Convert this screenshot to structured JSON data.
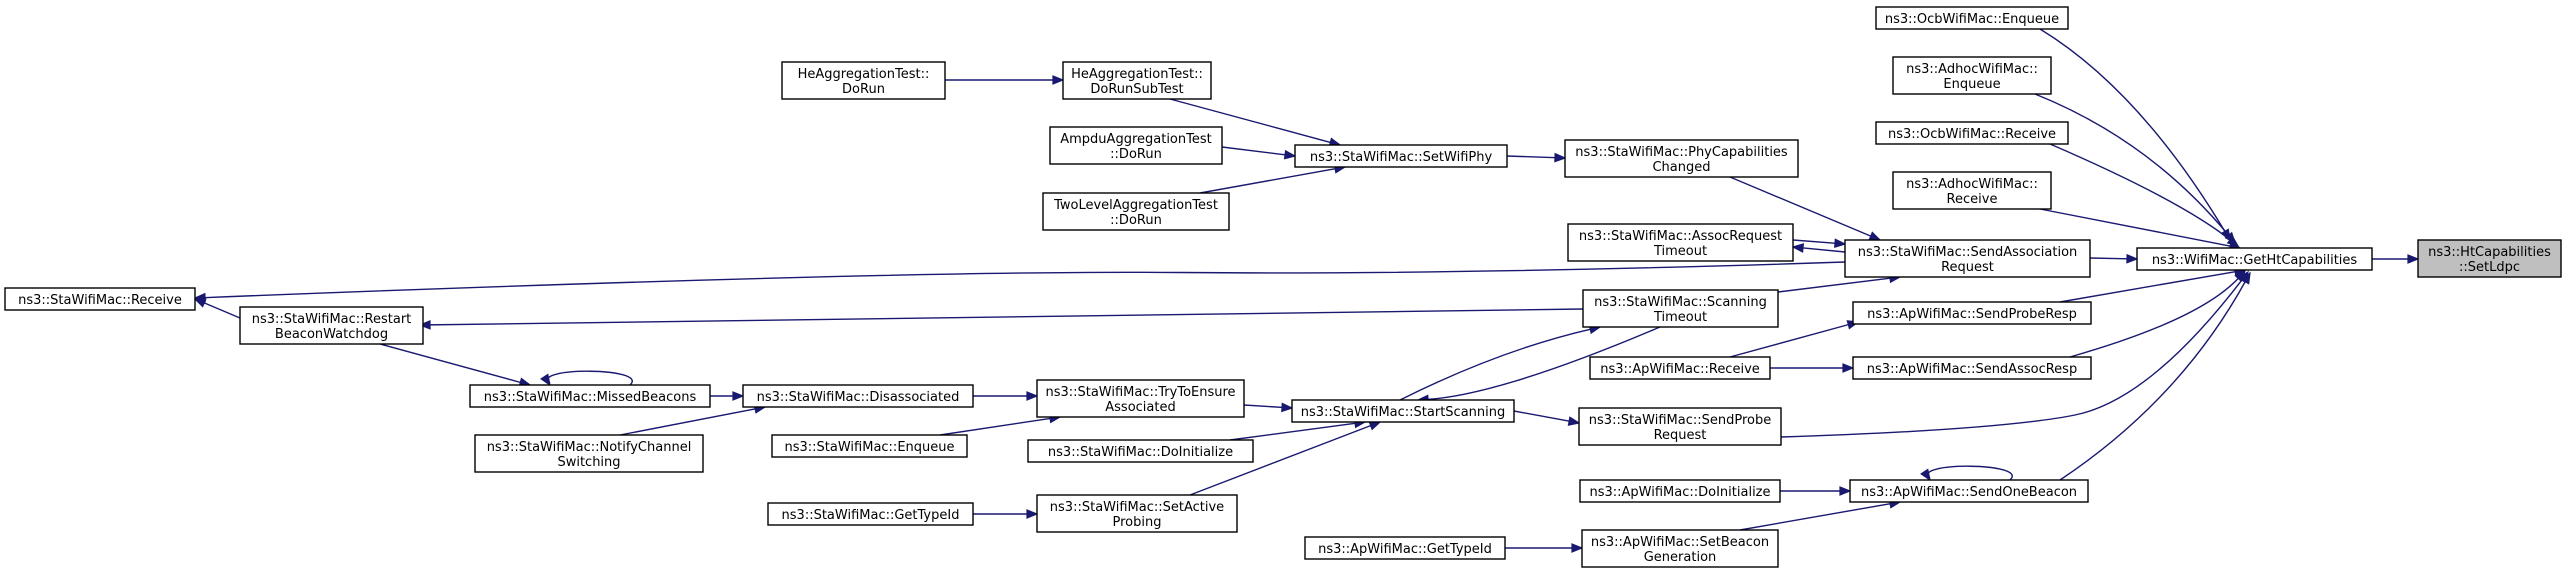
{
  "graph": {
    "edge_color": "#191970",
    "target_fill": "#bfbfbf",
    "nodes": [
      {
        "id": "target",
        "lines": [
          "ns3::HtCapabilities",
          "::SetLdpc"
        ]
      },
      {
        "id": "getht",
        "lines": [
          "ns3::WifiMac::GetHtCapabilities"
        ]
      },
      {
        "id": "ocbenq",
        "lines": [
          "ns3::OcbWifiMac::Enqueue"
        ]
      },
      {
        "id": "adhocenq",
        "lines": [
          "ns3::AdhocWifiMac::",
          "Enqueue"
        ]
      },
      {
        "id": "ocbrecv",
        "lines": [
          "ns3::OcbWifiMac::Receive"
        ]
      },
      {
        "id": "adhocrecv",
        "lines": [
          "ns3::AdhocWifiMac::",
          "Receive"
        ]
      },
      {
        "id": "sendassocreq",
        "lines": [
          "ns3::StaWifiMac::SendAssociation",
          "Request"
        ]
      },
      {
        "id": "apsendprobe",
        "lines": [
          "ns3::ApWifiMac::SendProbeResp"
        ]
      },
      {
        "id": "apsendassoc",
        "lines": [
          "ns3::ApWifiMac::SendAssocResp"
        ]
      },
      {
        "id": "sendonebeacon",
        "lines": [
          "ns3::ApWifiMac::SendOneBeacon"
        ]
      },
      {
        "id": "phycap",
        "lines": [
          "ns3::StaWifiMac::PhyCapabilities",
          "Changed"
        ]
      },
      {
        "id": "assoctimeout",
        "lines": [
          "ns3::StaWifiMac::AssocRequest",
          "Timeout"
        ]
      },
      {
        "id": "scantimeout",
        "lines": [
          "ns3::StaWifiMac::Scanning",
          "Timeout"
        ]
      },
      {
        "id": "aprecv",
        "lines": [
          "ns3::ApWifiMac::Receive"
        ]
      },
      {
        "id": "sendprobereq",
        "lines": [
          "ns3::StaWifiMac::SendProbe",
          "Request"
        ]
      },
      {
        "id": "apdoinit",
        "lines": [
          "ns3::ApWifiMac::DoInitialize"
        ]
      },
      {
        "id": "setbeacongen",
        "lines": [
          "ns3::ApWifiMac::SetBeacon",
          "Generation"
        ]
      },
      {
        "id": "setwifiphy",
        "lines": [
          "ns3::StaWifiMac::SetWifiPhy"
        ]
      },
      {
        "id": "startscan",
        "lines": [
          "ns3::StaWifiMac::StartScanning"
        ]
      },
      {
        "id": "apgettypeid",
        "lines": [
          "ns3::ApWifiMac::GetTypeId"
        ]
      },
      {
        "id": "hedorunsub",
        "lines": [
          "HeAggregationTest::",
          "DoRunSubTest"
        ]
      },
      {
        "id": "ampdu",
        "lines": [
          "AmpduAggregationTest",
          "::DoRun"
        ]
      },
      {
        "id": "twolevel",
        "lines": [
          "TwoLevelAggregationTest",
          "::DoRun"
        ]
      },
      {
        "id": "tryensure",
        "lines": [
          "ns3::StaWifiMac::TryToEnsure",
          "Associated"
        ]
      },
      {
        "id": "stadoinit",
        "lines": [
          "ns3::StaWifiMac::DoInitialize"
        ]
      },
      {
        "id": "setactive",
        "lines": [
          "ns3::StaWifiMac::SetActive",
          "Probing"
        ]
      },
      {
        "id": "hedorun",
        "lines": [
          "HeAggregationTest::",
          "DoRun"
        ]
      },
      {
        "id": "disassoc",
        "lines": [
          "ns3::StaWifiMac::Disassociated"
        ]
      },
      {
        "id": "staenq",
        "lines": [
          "ns3::StaWifiMac::Enqueue"
        ]
      },
      {
        "id": "stagettypeid",
        "lines": [
          "ns3::StaWifiMac::GetTypeId"
        ]
      },
      {
        "id": "restartbw",
        "lines": [
          "ns3::StaWifiMac::Restart",
          "BeaconWatchdog"
        ]
      },
      {
        "id": "missedbeacons",
        "lines": [
          "ns3::StaWifiMac::MissedBeacons"
        ]
      },
      {
        "id": "notifychan",
        "lines": [
          "ns3::StaWifiMac::NotifyChannel",
          "Switching"
        ]
      },
      {
        "id": "starecv",
        "lines": [
          "ns3::StaWifiMac::Receive"
        ]
      }
    ],
    "edges": [
      {
        "from": "getht",
        "to": "target"
      },
      {
        "from": "ocbenq",
        "to": "getht"
      },
      {
        "from": "adhocenq",
        "to": "getht"
      },
      {
        "from": "ocbrecv",
        "to": "getht"
      },
      {
        "from": "adhocrecv",
        "to": "getht"
      },
      {
        "from": "sendassocreq",
        "to": "getht"
      },
      {
        "from": "apsendprobe",
        "to": "getht"
      },
      {
        "from": "apsendassoc",
        "to": "getht"
      },
      {
        "from": "sendprobereq",
        "to": "getht"
      },
      {
        "from": "sendonebeacon",
        "to": "getht"
      },
      {
        "from": "phycap",
        "to": "sendassocreq"
      },
      {
        "from": "assoctimeout",
        "to": "sendassocreq"
      },
      {
        "from": "sendassocreq",
        "to": "assoctimeout"
      },
      {
        "from": "scantimeout",
        "to": "sendassocreq"
      },
      {
        "from": "aprecv",
        "to": "apsendprobe"
      },
      {
        "from": "aprecv",
        "to": "apsendassoc"
      },
      {
        "from": "sendonebeacon",
        "to": "sendonebeacon"
      },
      {
        "from": "apdoinit",
        "to": "sendonebeacon"
      },
      {
        "from": "setbeacongen",
        "to": "sendonebeacon"
      },
      {
        "from": "setwifiphy",
        "to": "phycap"
      },
      {
        "from": "startscan",
        "to": "scantimeout"
      },
      {
        "from": "scantimeout",
        "to": "startscan"
      },
      {
        "from": "startscan",
        "to": "sendprobereq"
      },
      {
        "from": "apgettypeid",
        "to": "setbeacongen"
      },
      {
        "from": "hedorunsub",
        "to": "setwifiphy"
      },
      {
        "from": "ampdu",
        "to": "setwifiphy"
      },
      {
        "from": "twolevel",
        "to": "setwifiphy"
      },
      {
        "from": "tryensure",
        "to": "startscan"
      },
      {
        "from": "stadoinit",
        "to": "startscan"
      },
      {
        "from": "setactive",
        "to": "startscan"
      },
      {
        "from": "hedorun",
        "to": "hedorunsub"
      },
      {
        "from": "disassoc",
        "to": "tryensure"
      },
      {
        "from": "staenq",
        "to": "tryensure"
      },
      {
        "from": "stagettypeid",
        "to": "setactive"
      },
      {
        "from": "scantimeout",
        "to": "restartbw"
      },
      {
        "from": "restartbw",
        "to": "missedbeacons"
      },
      {
        "from": "missedbeacons",
        "to": "missedbeacons"
      },
      {
        "from": "missedbeacons",
        "to": "disassoc"
      },
      {
        "from": "notifychan",
        "to": "disassoc"
      },
      {
        "from": "restartbw",
        "to": "starecv"
      },
      {
        "from": "sendassocreq",
        "to": "starecv"
      }
    ]
  }
}
